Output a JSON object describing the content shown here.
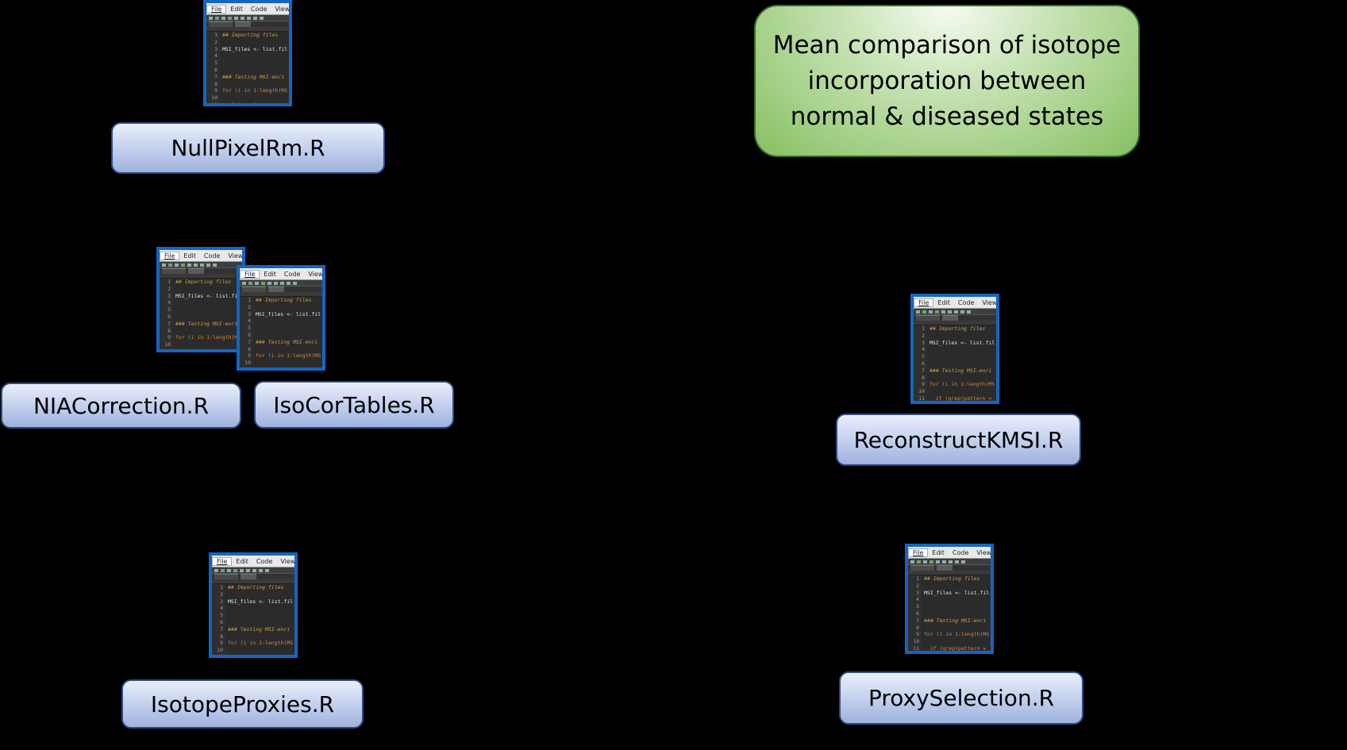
{
  "title": "Mean comparison of isotope incorporation between normal & diseased states",
  "title_lines": [
    "Mean comparison of isotope",
    "incorporation between",
    "normal & diseased states"
  ],
  "scripts": {
    "null_pixel_rm": "NullPixelRm.R",
    "nia_correction": "NIACorrection.R",
    "iso_cor_tables": "IsoCorTables.R",
    "isotope_proxies": "IsotopeProxies.R",
    "reconstruct_kmsi": "ReconstructKMSI.R",
    "proxy_selection": "ProxySelection.R"
  },
  "editor": {
    "menu": [
      "File",
      "Edit",
      "Code",
      "View"
    ],
    "line_numbers": [
      "1",
      "2",
      "3",
      "4",
      "5",
      "6",
      "7",
      "8",
      "9",
      "10",
      "11"
    ],
    "code_lines": [
      "## Importing files",
      "",
      "MSI_files <- list.fil",
      "",
      "",
      "",
      "### Testing MSI-enri",
      "",
      "for (i in 1:length(MS",
      "",
      "  if (grep(pattern ="
    ]
  },
  "colors": {
    "background": "#000000",
    "label_fill": "#c4d1ee",
    "label_border": "#2f4b82",
    "title_fill": "#86c061",
    "editor_border": "#1565c0"
  }
}
